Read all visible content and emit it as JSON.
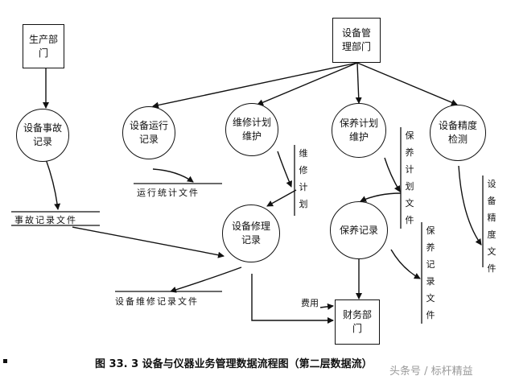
{
  "nodes": {
    "production_dept": "生产部门",
    "equipment_mgmt_dept": "设备管理部门",
    "accident_record": "设备事故记录",
    "operation_record": "设备运行记录",
    "repair_plan": "维修计划维护",
    "maintenance_plan": "保养计划维护",
    "precision_check": "设备精度检测",
    "repair_record": "设备修理记录",
    "maintenance_record": "保养记录",
    "finance_dept": "财务部门"
  },
  "stores": {
    "accident_file": "事故记录文件",
    "operation_stats_file": "运行统计文件",
    "repair_record_file": "设备维修记录文件",
    "repair_plan_store": "维修计划",
    "maintenance_plan_file": "保养计划文件",
    "maintenance_record_file": "保养记录文件",
    "precision_file": "设备精度文件"
  },
  "flow_labels": {
    "cost": "费用"
  },
  "caption": "图 33. 3 设备与仪器业务管理数据流程图（第二层数据流）",
  "watermark": "头条号 / 标杆精益"
}
